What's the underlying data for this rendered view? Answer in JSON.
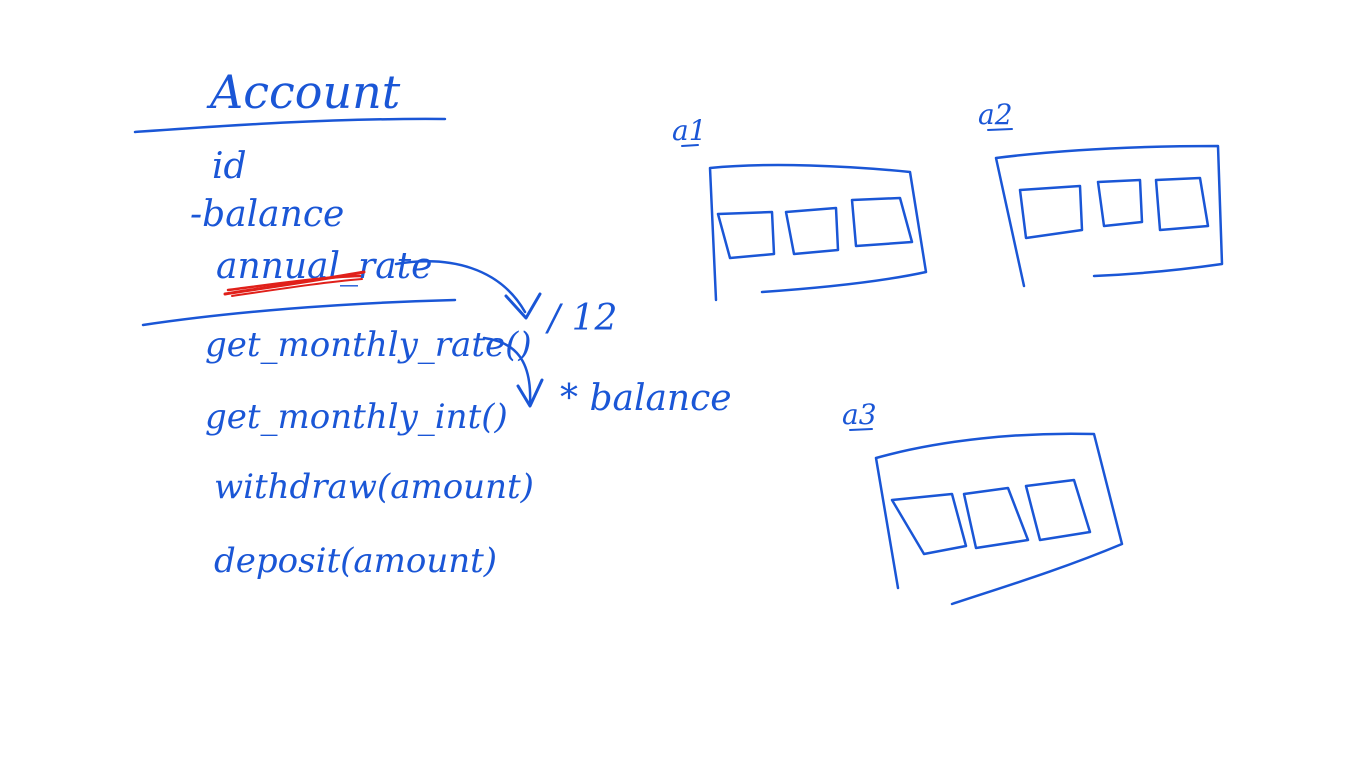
{
  "colors": {
    "ink": "#1a56d6",
    "highlight": "#e0201a",
    "background": "#ffffff"
  },
  "class_box": {
    "name": "Account",
    "attributes": [
      "id",
      "-balance",
      "annual_rate"
    ],
    "methods": [
      "get_monthly_rate()",
      "get_monthly_int()",
      "withdraw(amount)",
      "deposit(amount)"
    ]
  },
  "annotations": {
    "divide": "/ 12",
    "multiply": "* balance"
  },
  "objects": [
    {
      "label": "a1"
    },
    {
      "label": "a2"
    },
    {
      "label": "a3"
    }
  ]
}
